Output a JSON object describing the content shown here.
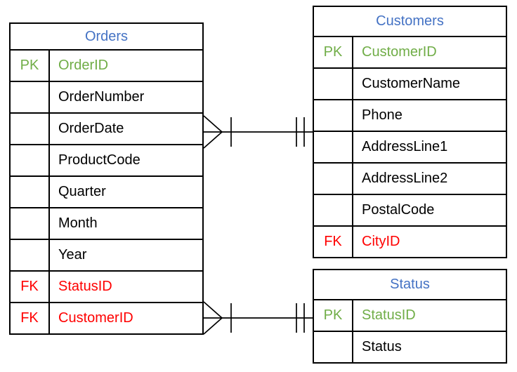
{
  "colors": {
    "table_title": "#4472C4",
    "primary_key": "#70AD47",
    "foreign_key": "#FF0000",
    "text": "#000000",
    "border": "#000000",
    "background": "#FFFFFF"
  },
  "tables": {
    "orders": {
      "title": "Orders",
      "rows": [
        {
          "key": "PK",
          "name": "OrderID"
        },
        {
          "key": "",
          "name": "OrderNumber"
        },
        {
          "key": "",
          "name": "OrderDate"
        },
        {
          "key": "",
          "name": "ProductCode"
        },
        {
          "key": "",
          "name": "Quarter"
        },
        {
          "key": "",
          "name": "Month"
        },
        {
          "key": "",
          "name": "Year"
        },
        {
          "key": "FK",
          "name": "StatusID"
        },
        {
          "key": "FK",
          "name": "CustomerID"
        }
      ]
    },
    "customers": {
      "title": "Customers",
      "rows": [
        {
          "key": "PK",
          "name": "CustomerID"
        },
        {
          "key": "",
          "name": "CustomerName"
        },
        {
          "key": "",
          "name": "Phone"
        },
        {
          "key": "",
          "name": "AddressLine1"
        },
        {
          "key": "",
          "name": "AddressLine2"
        },
        {
          "key": "",
          "name": "PostalCode"
        },
        {
          "key": "FK",
          "name": "CityID"
        }
      ]
    },
    "status": {
      "title": "Status",
      "rows": [
        {
          "key": "PK",
          "name": "StatusID"
        },
        {
          "key": "",
          "name": "Status"
        }
      ]
    }
  },
  "relationships": [
    {
      "from_table": "Orders",
      "to_table": "Customers",
      "from_cardinality": "one-or-many (bar + crow's foot)",
      "to_cardinality": "one-and-only-one (double bar)"
    },
    {
      "from_table": "Orders",
      "to_table": "Status",
      "from_cardinality": "one-or-many (bar + crow's foot)",
      "to_cardinality": "one-and-only-one (double bar)"
    }
  ]
}
